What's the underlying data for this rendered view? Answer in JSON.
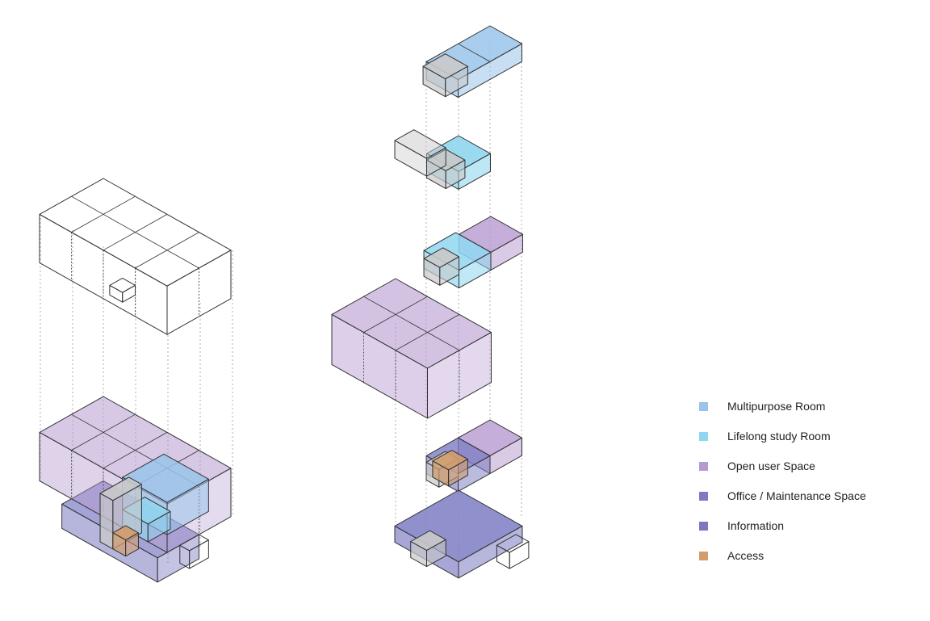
{
  "legend": [
    {
      "label": "Multipurpose Room",
      "color": "#9ac4ea"
    },
    {
      "label": "Lifelong study Room",
      "color": "#8fd6f0"
    },
    {
      "label": "Open user Space",
      "color": "#b79ad0"
    },
    {
      "label": "Office / Maintenance Space",
      "color": "#7d7cc3"
    },
    {
      "label": "Information",
      "color": "#7b78bf"
    },
    {
      "label": "Access",
      "color": "#d39c6b"
    }
  ],
  "colors": {
    "multipurpose": "#9ac4ea",
    "lifelong": "#8fd6f0",
    "open": "#b79ad0",
    "office": "#7d7cc3",
    "access": "#d39c6b",
    "stair": "#c9c9c9",
    "line": "#333333"
  }
}
